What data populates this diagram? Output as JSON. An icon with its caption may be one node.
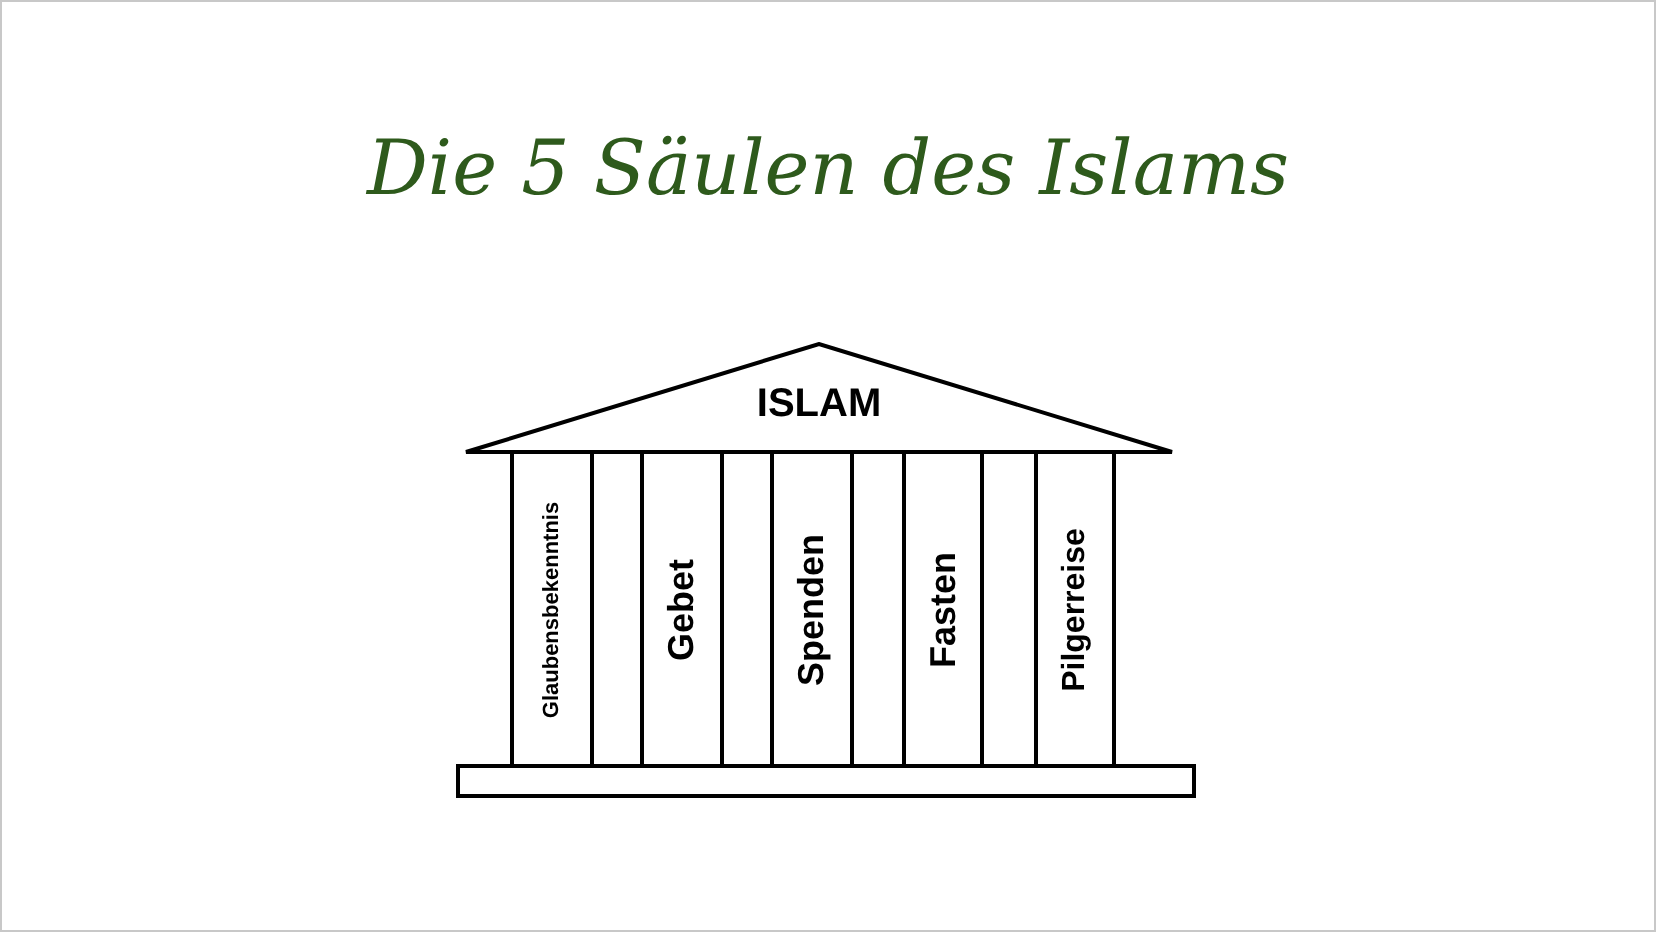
{
  "diagram": {
    "title": "Die 5 Säulen des Islams",
    "nodes": [
      {
        "text": [
          "ISLAM"
        ]
      },
      {
        "text": [
          "Glaubensbekenntnis"
        ]
      },
      {
        "text": [
          "Gebet"
        ]
      },
      {
        "text": [
          "Spenden"
        ]
      },
      {
        "text": [
          "Fasten"
        ]
      },
      {
        "text": [
          "Pilgerreise"
        ]
      },
      {
        "text": [],
        "shape": "bar"
      }
    ]
  }
}
